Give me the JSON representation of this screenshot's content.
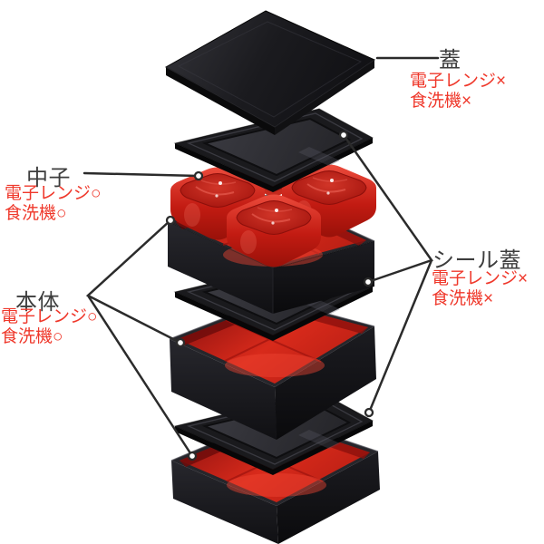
{
  "page": {
    "background": "#ffffff"
  },
  "palette": {
    "label_text": "#3d3d3d",
    "warning_text": "#ef382b",
    "leader_line": "#2b2b2b",
    "box_black": "#1b1b1f",
    "interior_red": "#d82a1b",
    "cup_red": "#e23a2c"
  },
  "labels": {
    "lid": {
      "title": "蓋",
      "note1": "電子レンジ×",
      "note2": "食洗機×"
    },
    "inner_cups": {
      "title": "中子",
      "note1": "電子レンジ○",
      "note2": "食洗機○"
    },
    "body": {
      "title": "本体",
      "note1": "電子レンジ○",
      "note2": "食洗機○"
    },
    "seal_lid": {
      "title": "シール蓋",
      "note1": "電子レンジ×",
      "note2": "食洗機×"
    }
  }
}
